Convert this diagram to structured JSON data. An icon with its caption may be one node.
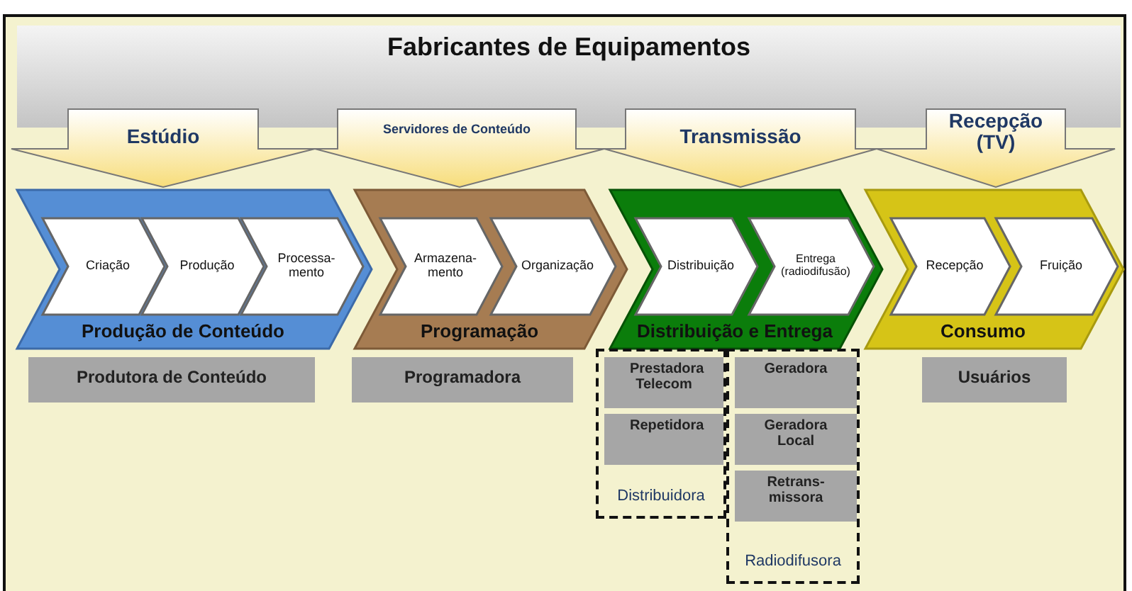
{
  "diagram": {
    "nodes": [
      {
        "text": [
          "Fabricantes de Equipamentos"
        ]
      },
      {
        "text": [
          "Estúdio"
        ]
      },
      {
        "text": [
          "Servidores de Conteúdo"
        ]
      },
      {
        "text": [
          "Transmissão"
        ]
      },
      {
        "text": [
          "Recepção (TV)"
        ]
      },
      {
        "text": [
          "Produção de Conteúdo"
        ]
      },
      {
        "text": [
          "Criação"
        ],
        "in": 5
      },
      {
        "text": [
          "Produção"
        ],
        "in": 5
      },
      {
        "text": [
          "Processa- mento"
        ],
        "in": 5
      },
      {
        "text": [
          "Programação"
        ]
      },
      {
        "text": [
          "Armazena- mento"
        ],
        "in": 9
      },
      {
        "text": [
          "Organização"
        ],
        "in": 9
      },
      {
        "text": [
          "Distribuição e Entrega"
        ]
      },
      {
        "text": [
          "Distribuição"
        ],
        "in": 12
      },
      {
        "text": [
          "Entrega (radiodifusão)"
        ],
        "in": 12
      },
      {
        "text": [
          "Consumo"
        ]
      },
      {
        "text": [
          "Recepção"
        ],
        "in": 15
      },
      {
        "text": [
          "Fruição"
        ],
        "in": 15
      },
      {
        "text": [
          "Produtora de Conteúdo"
        ]
      },
      {
        "text": [
          "Programadora"
        ]
      },
      {
        "text": [
          "Distribuidora"
        ]
      },
      {
        "text": [
          "Prestadora Telecom"
        ],
        "in": 20
      },
      {
        "text": [
          "Repetidora"
        ],
        "in": 20
      },
      {
        "text": [
          "Radiodifusora"
        ]
      },
      {
        "text": [
          "Geradora"
        ],
        "in": 23
      },
      {
        "text": [
          "Geradora Local"
        ],
        "in": 23
      },
      {
        "text": [
          "Retrans- missora"
        ],
        "in": 23
      },
      {
        "text": [
          "Usuários"
        ]
      }
    ]
  }
}
